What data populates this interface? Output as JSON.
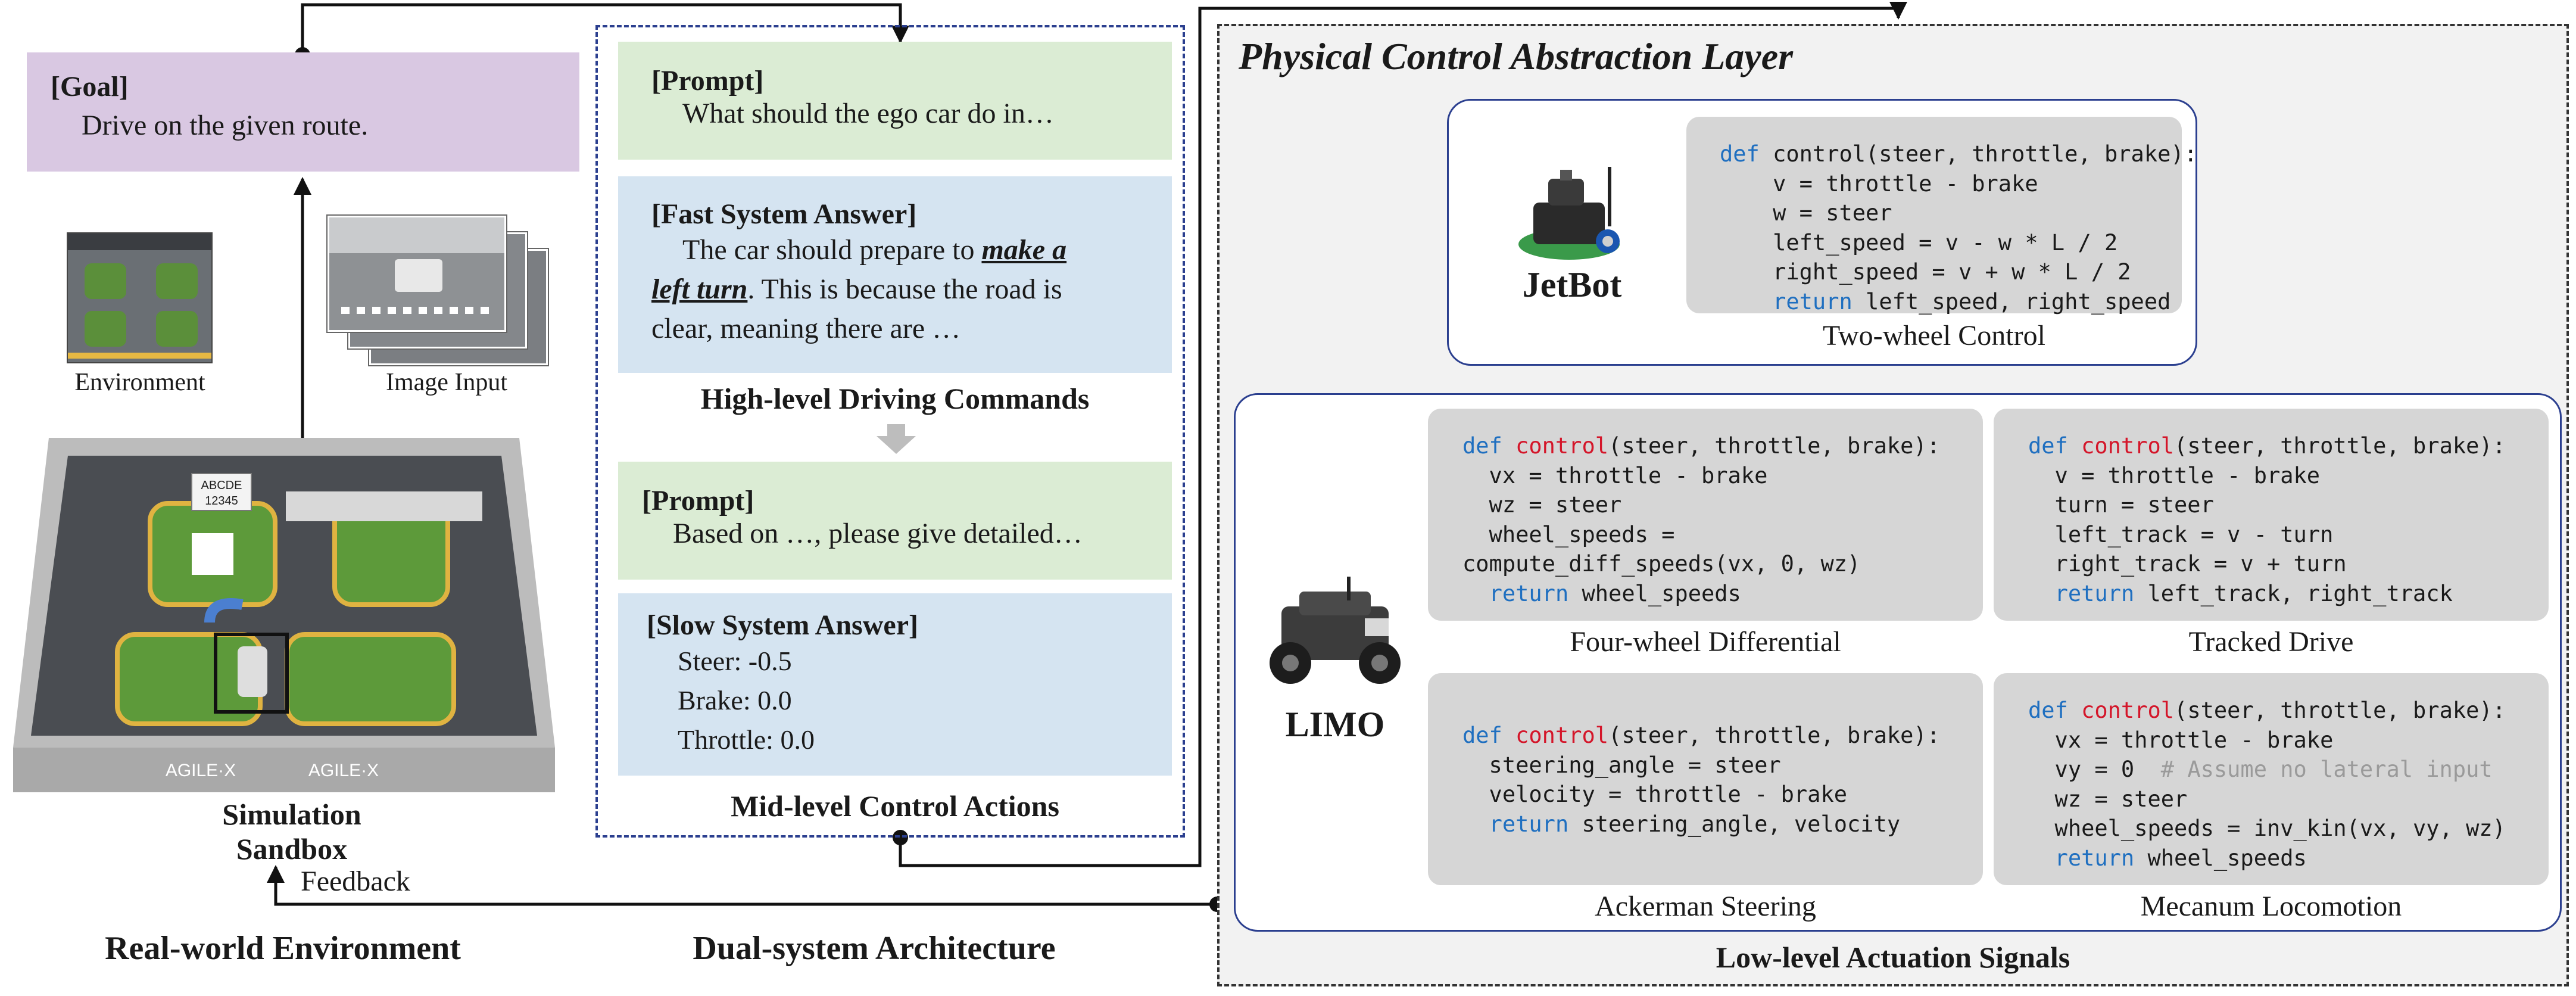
{
  "left": {
    "goal_title": "[Goal]",
    "goal_text": "Drive on the given route.",
    "environment_label": "Environment",
    "image_input_label": "Image Input",
    "sandbox_label": "Simulation Sandbox",
    "feedback_label": "Feedback",
    "section_title": "Real-world Environment",
    "sandbox_watermarks": [
      "AGILE·X",
      "AGILE·X"
    ],
    "sign_text": [
      "ABCDE",
      "12345"
    ]
  },
  "middle": {
    "prompt1_title": "[Prompt]",
    "prompt1_text": "What should the ego car do in…",
    "fast_title": "[Fast System Answer]",
    "fast_line1": "The car should prepare to ",
    "fast_emph1": "make a",
    "fast_emph2": "left turn",
    "fast_line2_rest": ". This is because the road is",
    "fast_line3": "clear, meaning there are …",
    "high_level_caption": "High-level Driving Commands",
    "prompt2_title": "[Prompt]",
    "prompt2_text": "Based on …, please give detailed…",
    "slow_title": "[Slow System Answer]",
    "slow_lines": [
      "Steer: -0.5",
      "Brake: 0.0",
      "Throttle: 0.0"
    ],
    "mid_level_caption": "Mid-level Control Actions",
    "section_title": "Dual-system Architecture"
  },
  "right": {
    "title": "Physical Control Abstraction Layer",
    "jetbot_label": "JetBot",
    "jetbot_caption": "Two-wheel Control",
    "limo_label": "LIMO",
    "four_wheel_caption": "Four-wheel Differential",
    "tracked_caption": "Tracked Drive",
    "ackerman_caption": "Ackerman Steering",
    "mecanum_caption": "Mecanum Locomotion",
    "footer": "Low-level Actuation Signals"
  },
  "colors": {
    "goal_bg": "#d9c8e2",
    "prompt_bg": "#dbecd4",
    "answer_bg": "#d5e4f1",
    "code_bg": "#d6d6d6",
    "keyword": "#1f6fc0",
    "function_name": "#d4162a",
    "comment": "#9a9a9a",
    "inner_border": "#2b3f8f"
  }
}
